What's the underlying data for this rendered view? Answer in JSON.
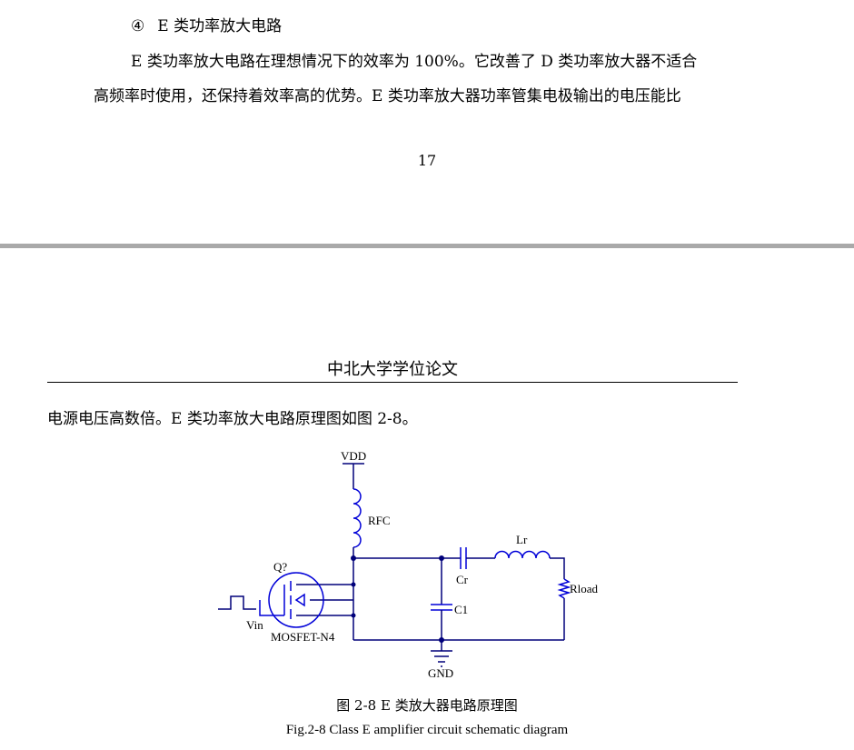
{
  "section": {
    "number": "④",
    "title": "E 类功率放大电路"
  },
  "paragraph": {
    "line1": "E 类功率放大电路在理想情况下的效率为 100%。它改善了 D 类功率放大器不适合",
    "line2": "高频率时使用，还保持着效率高的优势。E 类功率放大器功率管集电极输出的电压能比",
    "line3": "电源电压高数倍。E 类功率放大电路原理图如图 2-8。"
  },
  "page_number": "17",
  "running_header": "中北大学学位论文",
  "figure": {
    "caption_cn": "图 2-8 E 类放大器电路原理图",
    "caption_en": "Fig.2-8 Class E amplifier circuit schematic diagram",
    "labels": {
      "vdd": "VDD",
      "rfc": "RFC",
      "lr": "Lr",
      "cr": "Cr",
      "rload": "Rload",
      "c1": "C1",
      "q": "Q?",
      "vin": "Vin",
      "mosfet": "MOSFET-N4",
      "gnd": "GND"
    },
    "colors": {
      "wire": "#00007a",
      "component": "#0000d8"
    }
  }
}
